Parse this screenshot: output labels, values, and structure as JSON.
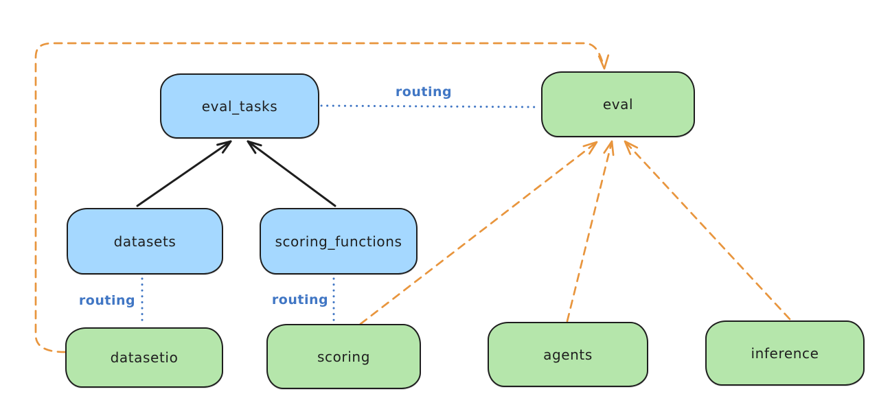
{
  "diagram": {
    "nodes": [
      {
        "id": "eval_tasks",
        "label": "eval_tasks",
        "color": "blue"
      },
      {
        "id": "datasets",
        "label": "datasets",
        "color": "blue"
      },
      {
        "id": "scoring_functions",
        "label": "scoring_functions",
        "color": "blue"
      },
      {
        "id": "eval",
        "label": "eval",
        "color": "green"
      },
      {
        "id": "datasetio",
        "label": "datasetio",
        "color": "green"
      },
      {
        "id": "scoring",
        "label": "scoring",
        "color": "green"
      },
      {
        "id": "agents",
        "label": "agents",
        "color": "green"
      },
      {
        "id": "inference",
        "label": "inference",
        "color": "green"
      }
    ],
    "edges": [
      {
        "from": "datasets",
        "to": "eval_tasks",
        "style": "solid-arrow",
        "color": "black"
      },
      {
        "from": "scoring_functions",
        "to": "eval_tasks",
        "style": "solid-arrow",
        "color": "black"
      },
      {
        "from": "eval_tasks",
        "to": "eval",
        "style": "dotted",
        "color": "blue",
        "label": "routing"
      },
      {
        "from": "datasets",
        "to": "datasetio",
        "style": "dotted",
        "color": "blue",
        "label": "routing"
      },
      {
        "from": "scoring_functions",
        "to": "scoring",
        "style": "dotted",
        "color": "blue",
        "label": "routing"
      },
      {
        "from": "datasetio",
        "to": "eval",
        "style": "dashed-arrow",
        "color": "orange"
      },
      {
        "from": "scoring",
        "to": "eval",
        "style": "dashed-arrow",
        "color": "orange"
      },
      {
        "from": "agents",
        "to": "eval",
        "style": "dashed-arrow",
        "color": "orange"
      },
      {
        "from": "inference",
        "to": "eval",
        "style": "dashed-arrow",
        "color": "orange"
      }
    ]
  },
  "colors": {
    "blue-node-fill": "#a5d8ff",
    "green-node-fill": "#b5e6ab",
    "line-dark": "#1e1e1e",
    "line-orange": "#e8953d",
    "routing-blue": "#4076c4",
    "background": "#ffffff"
  }
}
